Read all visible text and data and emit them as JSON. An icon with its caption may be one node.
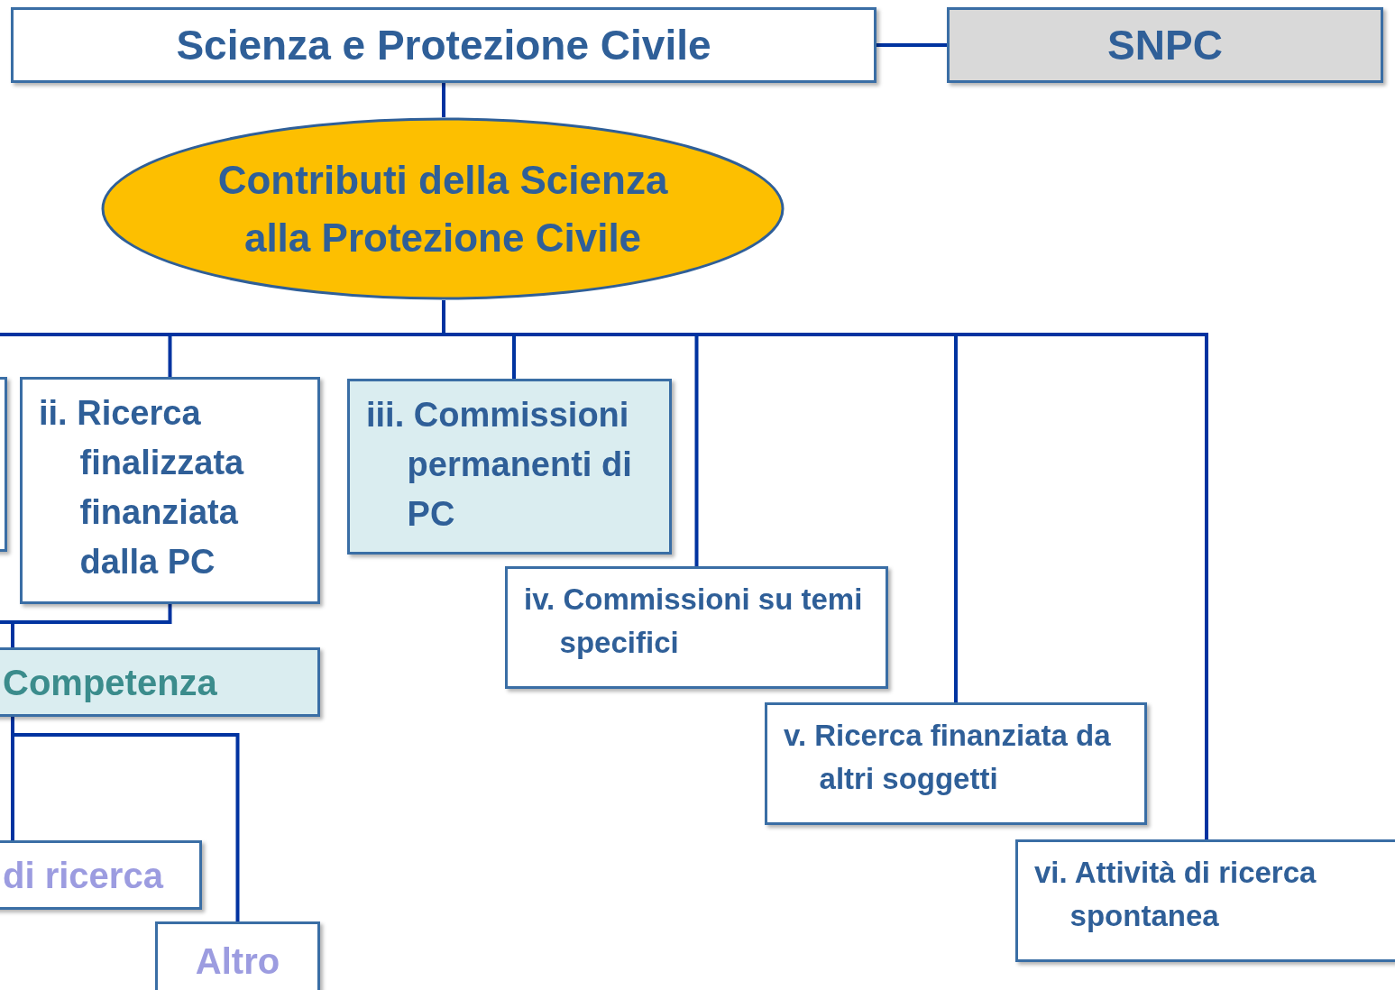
{
  "diagram": {
    "nodes": [
      {
        "text": [
          "Scienza e Protezione Civile"
        ]
      },
      {
        "text": [
          "SNPC"
        ]
      },
      {
        "text": [
          "Contributi della Scienza alla Protezione Civile"
        ]
      },
      {
        "text": [],
        "shape": "box"
      },
      {
        "text": [
          "ii. Ricerca finalizzata finanziata dalla PC"
        ]
      },
      {
        "text": [
          "iii. Commissioni permanenti di PC"
        ]
      },
      {
        "text": [
          "iv. Commissioni su temi specifici"
        ]
      },
      {
        "text": [
          "v. Ricerca finanziata da altri soggetti"
        ]
      },
      {
        "text": [
          "vi. Attività di ricerca spontanea"
        ]
      },
      {
        "text": [
          "Competenza"
        ]
      },
      {
        "text": [
          "di ricerca"
        ]
      },
      {
        "text": [
          "Altro"
        ]
      }
    ],
    "edges": [
      {
        "from": 0,
        "to": 1,
        "arrow": "none"
      },
      {
        "from": 0,
        "to": 2,
        "arrow": "none"
      },
      {
        "from": 2,
        "to": 3,
        "arrow": "none"
      },
      {
        "from": 2,
        "to": 4,
        "arrow": "none"
      },
      {
        "from": 2,
        "to": 5,
        "arrow": "none"
      },
      {
        "from": 2,
        "to": 6,
        "arrow": "none"
      },
      {
        "from": 2,
        "to": 7,
        "arrow": "none"
      },
      {
        "from": 2,
        "to": 8,
        "arrow": "none"
      },
      {
        "from": 4,
        "to": 9,
        "arrow": "none"
      },
      {
        "from": 3,
        "to": 9,
        "arrow": "none"
      },
      {
        "from": 9,
        "to": 10,
        "arrow": "none"
      },
      {
        "from": 9,
        "to": 11,
        "arrow": "none"
      }
    ]
  }
}
